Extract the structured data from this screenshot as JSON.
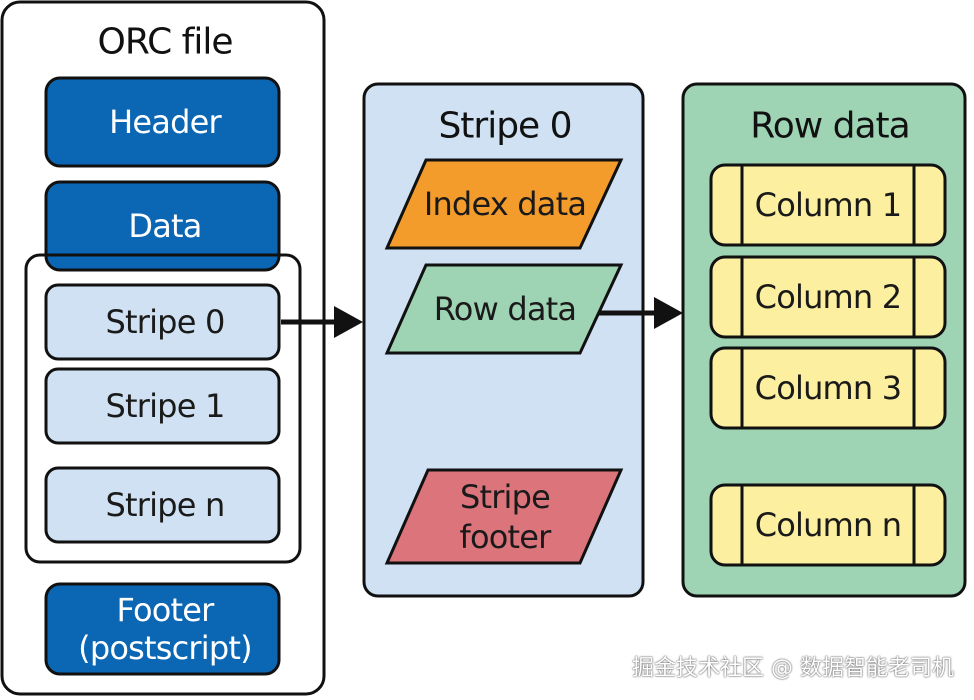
{
  "orc_file": {
    "title": "ORC file",
    "header": "Header",
    "data": "Data",
    "stripes": [
      "Stripe 0",
      "Stripe 1",
      "Stripe n"
    ],
    "footer_line1": "Footer",
    "footer_line2": "(postscript)"
  },
  "stripe_detail": {
    "title": "Stripe 0",
    "index_data": "Index data",
    "row_data": "Row data",
    "footer_line1": "Stripe",
    "footer_line2": "footer"
  },
  "row_data_panel": {
    "title": "Row data",
    "columns": [
      "Column 1",
      "Column 2",
      "Column 3",
      "Column n"
    ]
  },
  "watermark": "掘金技术社区 @ 数据智能老司机",
  "colors": {
    "dark_blue": "#0b66b3",
    "light_blue": "#cfe1f2",
    "orange": "#f39c2c",
    "green": "#9ed4b4",
    "red": "#dc747c",
    "yellow": "#fcf0a0",
    "outline": "#111111"
  }
}
